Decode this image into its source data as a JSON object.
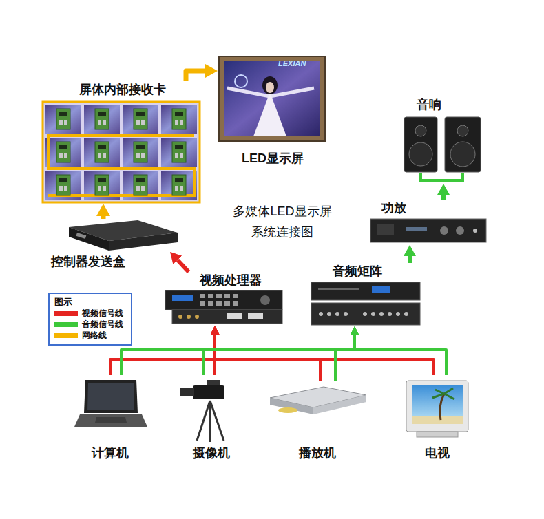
{
  "diagram": {
    "title": "多媒体LED显示屏 系统连接图",
    "nodes": [
      {
        "text": [
          "屏体内部接收卡"
        ]
      },
      {
        "text": [
          "LED显示屏"
        ]
      },
      {
        "text": [
          "音响"
        ]
      },
      {
        "text": [
          "功放"
        ]
      },
      {
        "text": [
          "控制器发送盒"
        ]
      },
      {
        "text": [
          "视频处理器"
        ]
      },
      {
        "text": [
          "音频矩阵"
        ]
      },
      {
        "text": [
          "计算机"
        ]
      },
      {
        "text": [
          "摄像机"
        ]
      },
      {
        "text": [
          "播放机"
        ]
      },
      {
        "text": [
          "电视"
        ]
      }
    ],
    "edges": [
      {
        "from": 4,
        "to": 0,
        "arrow": "to"
      },
      {
        "from": 0,
        "to": 1,
        "arrow": "to"
      },
      {
        "from": 5,
        "to": 4,
        "arrow": "to"
      },
      {
        "from": 6,
        "to": 3,
        "arrow": "to"
      },
      {
        "from": 3,
        "to": 2,
        "arrow": "to"
      },
      {
        "from": 7,
        "to": 5,
        "arrow": "to"
      },
      {
        "from": 8,
        "to": 5,
        "arrow": "to"
      },
      {
        "from": 9,
        "to": 5,
        "arrow": "to"
      },
      {
        "from": 10,
        "to": 5,
        "arrow": "to"
      },
      {
        "from": 7,
        "to": 6,
        "arrow": "to"
      },
      {
        "from": 8,
        "to": 6,
        "arrow": "to"
      },
      {
        "from": 9,
        "to": 6,
        "arrow": "to"
      },
      {
        "from": 10,
        "to": 6,
        "arrow": "to"
      }
    ],
    "labels": [
      "LEXIAN",
      "图示"
    ],
    "legend": [
      {
        "text": "视频信号线",
        "color": "#e52421"
      },
      {
        "text": "音频信号线",
        "color": "#3cc83a"
      },
      {
        "text": "网络线",
        "color": "#f5b400"
      }
    ]
  }
}
